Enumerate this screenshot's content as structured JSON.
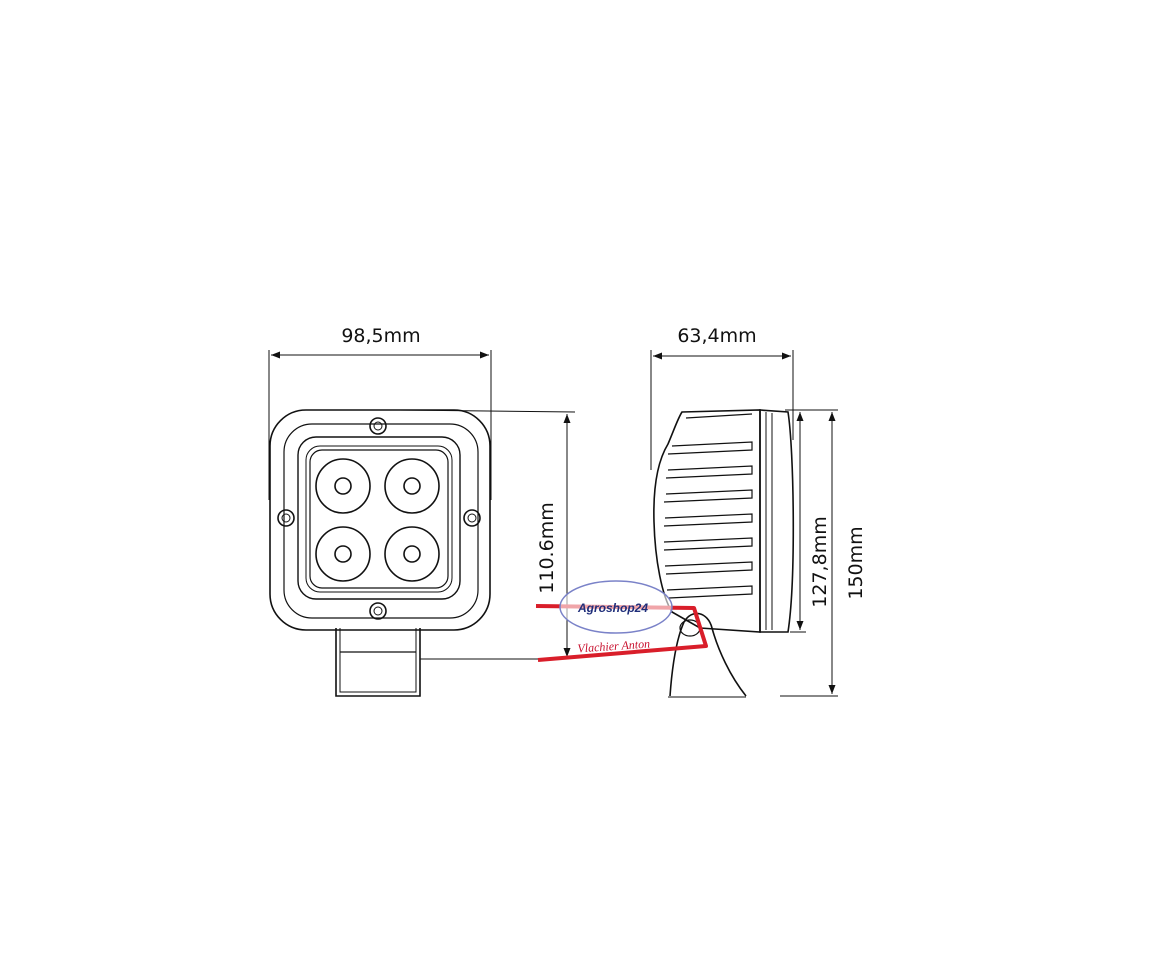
{
  "dimensions": {
    "front_width": "98,5mm",
    "front_height": "110.6mm",
    "side_depth": "63,4mm",
    "side_height": "127,8mm",
    "total_height": "150mm"
  },
  "watermark": {
    "brand": "Agroshop24",
    "signature": "Vlachier Anton"
  },
  "colors": {
    "line": "#111111",
    "watermark_red": "#d91e2a",
    "watermark_blue": "#1f2e7a"
  }
}
